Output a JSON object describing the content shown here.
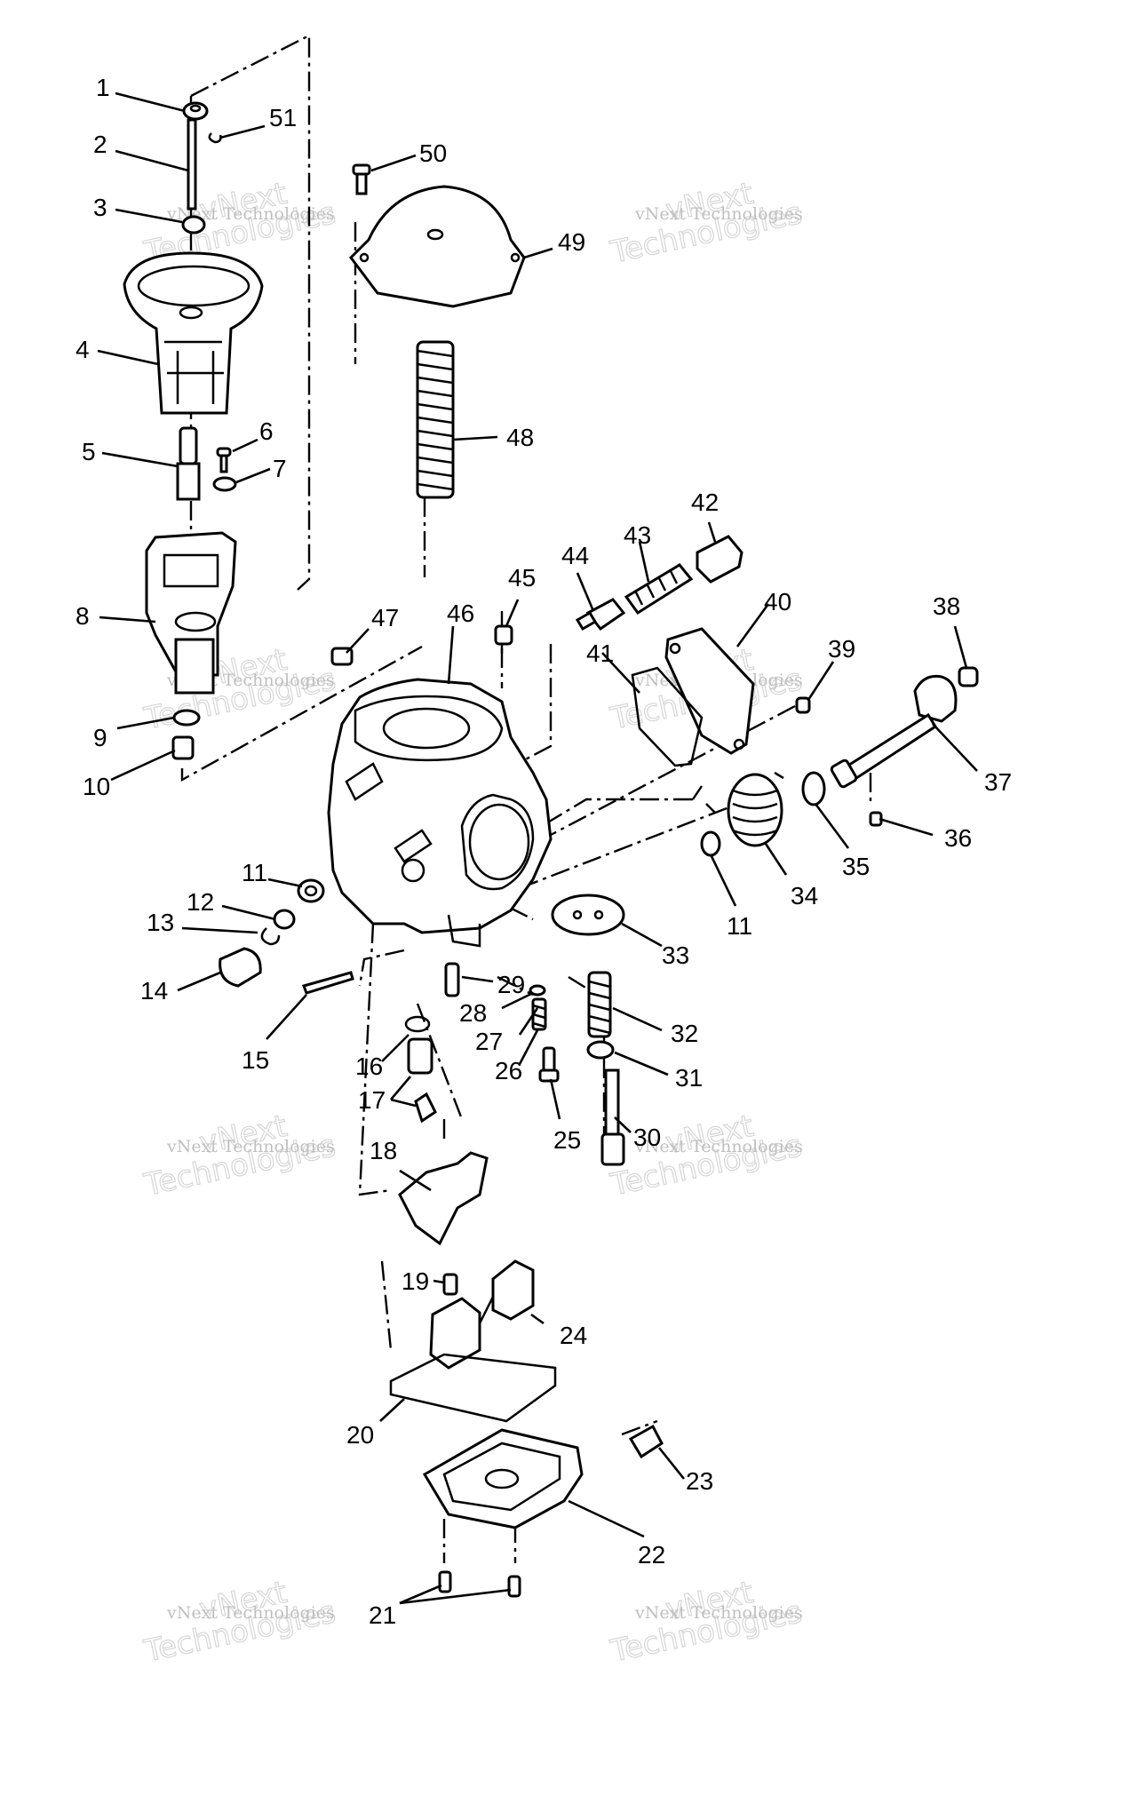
{
  "callouts": [
    {
      "id": "1",
      "label": "1"
    },
    {
      "id": "2",
      "label": "2"
    },
    {
      "id": "3",
      "label": "3"
    },
    {
      "id": "4",
      "label": "4"
    },
    {
      "id": "5",
      "label": "5"
    },
    {
      "id": "6",
      "label": "6"
    },
    {
      "id": "7",
      "label": "7"
    },
    {
      "id": "8",
      "label": "8"
    },
    {
      "id": "9",
      "label": "9"
    },
    {
      "id": "10",
      "label": "10"
    },
    {
      "id": "11a",
      "label": "11"
    },
    {
      "id": "11b",
      "label": "11"
    },
    {
      "id": "12",
      "label": "12"
    },
    {
      "id": "13",
      "label": "13"
    },
    {
      "id": "14",
      "label": "14"
    },
    {
      "id": "15",
      "label": "15"
    },
    {
      "id": "16",
      "label": "16"
    },
    {
      "id": "17",
      "label": "17"
    },
    {
      "id": "18",
      "label": "18"
    },
    {
      "id": "19",
      "label": "19"
    },
    {
      "id": "20",
      "label": "20"
    },
    {
      "id": "21",
      "label": "21"
    },
    {
      "id": "22",
      "label": "22"
    },
    {
      "id": "23",
      "label": "23"
    },
    {
      "id": "24",
      "label": "24"
    },
    {
      "id": "25",
      "label": "25"
    },
    {
      "id": "26",
      "label": "26"
    },
    {
      "id": "27",
      "label": "27"
    },
    {
      "id": "28",
      "label": "28"
    },
    {
      "id": "29",
      "label": "29"
    },
    {
      "id": "30",
      "label": "30"
    },
    {
      "id": "31",
      "label": "31"
    },
    {
      "id": "32",
      "label": "32"
    },
    {
      "id": "33",
      "label": "33"
    },
    {
      "id": "34",
      "label": "34"
    },
    {
      "id": "35",
      "label": "35"
    },
    {
      "id": "36",
      "label": "36"
    },
    {
      "id": "37",
      "label": "37"
    },
    {
      "id": "38",
      "label": "38"
    },
    {
      "id": "39",
      "label": "39"
    },
    {
      "id": "40",
      "label": "40"
    },
    {
      "id": "41",
      "label": "41"
    },
    {
      "id": "42",
      "label": "42"
    },
    {
      "id": "43",
      "label": "43"
    },
    {
      "id": "44",
      "label": "44"
    },
    {
      "id": "45",
      "label": "45"
    },
    {
      "id": "46",
      "label": "46"
    },
    {
      "id": "47",
      "label": "47"
    },
    {
      "id": "48",
      "label": "48"
    },
    {
      "id": "49",
      "label": "49"
    },
    {
      "id": "50",
      "label": "50"
    },
    {
      "id": "51",
      "label": "51"
    }
  ],
  "watermark": {
    "line1": "vNext Technologies",
    "line2": "Technologies",
    "line3": "vNext"
  }
}
